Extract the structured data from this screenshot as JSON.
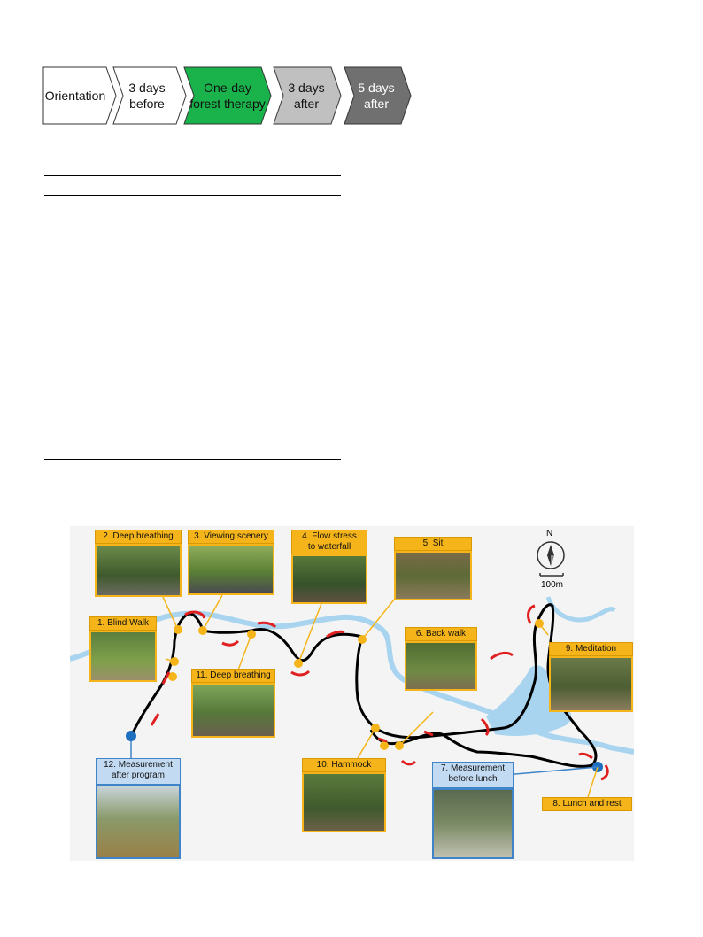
{
  "flow_steps": [
    {
      "label": "Orientation",
      "fill": "#ffffff",
      "text_color": "#111111"
    },
    {
      "label": "3 days\nbefore",
      "fill": "#ffffff",
      "text_color": "#111111"
    },
    {
      "label": "One-day\nforest therapy",
      "fill": "#1ab24a",
      "text_color": "#111111"
    },
    {
      "label": "3 days\nafter",
      "fill": "#c0c0c0",
      "text_color": "#111111"
    },
    {
      "label": "5 days\nafter",
      "fill": "#707070",
      "text_color": "#ffffff"
    }
  ],
  "map": {
    "compass_letter": "N",
    "scale_label": "100m",
    "colors": {
      "route": "#000000",
      "river": "#a8d4f0",
      "stop_orange": "#f5b51a",
      "stop_blue": "#1f6fc0",
      "arrow": "#e02020",
      "label_orange": "#f5b51a",
      "label_blue": "#c3dbf2"
    },
    "stops": [
      {
        "label": "1. Blind Walk",
        "type": "activity"
      },
      {
        "label": "2. Deep breathing",
        "type": "activity"
      },
      {
        "label": "3. Viewing scenery",
        "type": "activity"
      },
      {
        "label": "4. Flow stress\nto waterfall",
        "type": "activity"
      },
      {
        "label": "5. Sit",
        "type": "activity"
      },
      {
        "label": "6. Back walk",
        "type": "activity"
      },
      {
        "label": "7. Measurement\nbefore lunch",
        "type": "measurement"
      },
      {
        "label": "8. Lunch and rest",
        "type": "activity"
      },
      {
        "label": "9. Meditation",
        "type": "activity"
      },
      {
        "label": "10. Hammock",
        "type": "activity"
      },
      {
        "label": "11. Deep breathing",
        "type": "activity"
      },
      {
        "label": "12. Measurement\nafter program",
        "type": "measurement"
      }
    ]
  }
}
